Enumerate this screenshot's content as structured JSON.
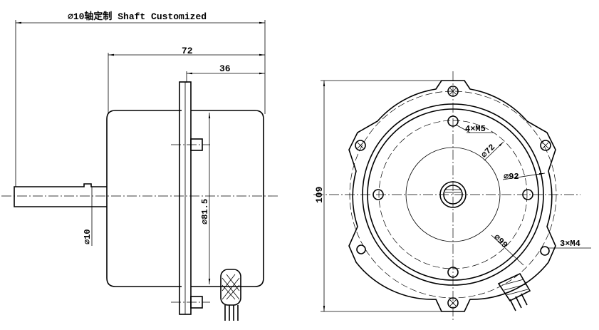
{
  "side_view": {
    "title": "⌀10轴定制 Shaft Customized",
    "dim_length_total": "72",
    "dim_length_half": "36",
    "dim_shaft_dia": "⌀10",
    "dim_body_dia": "⌀81.5"
  },
  "front_view": {
    "dim_height": "109",
    "holes_m5": "4×M5",
    "dim_dia_72": "⌀72",
    "dim_dia_92": "⌀92",
    "dim_dia_99": "⌀99",
    "holes_m4": "3×M4"
  }
}
